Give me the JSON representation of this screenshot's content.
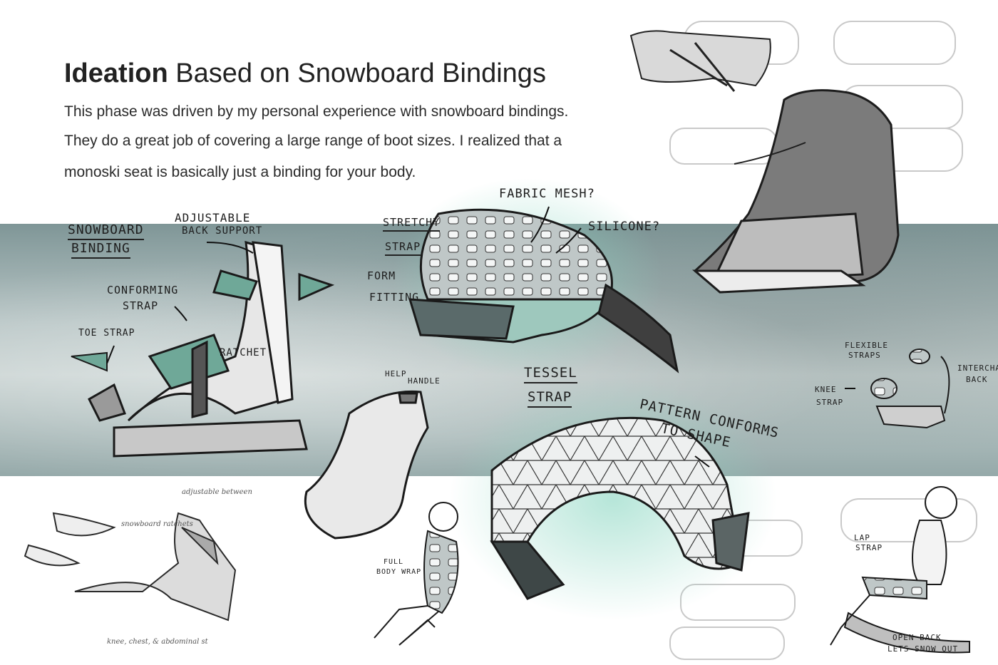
{
  "heading": {
    "bold": "Ideation",
    "rest": " Based on Snowboard Bindings"
  },
  "intro": [
    "This phase was driven by my personal experience with snowboard bindings.",
    "They do a great job of covering a large range of boot sizes. I realized that a",
    "monoski seat is basically just a binding for your body."
  ],
  "labels": {
    "snowboard": "Snowboard",
    "binding": "Binding",
    "adjustable": "Adjustable",
    "back_support": "Back support",
    "conforming": "Conforming",
    "strap": "Strap",
    "toe_strap": "Toe strap",
    "ratchet": "Ratchet",
    "stretchy": "Stretchy",
    "strap2": "Strap",
    "form": "Form",
    "fitting": "Fitting",
    "fabric_mesh": "Fabric mesh?",
    "silicone": "Silicone?",
    "help": "Help",
    "handle": "Handle",
    "tessel": "Tessel",
    "tessel_strap": "Strap",
    "pattern_conforms": "Pattern conforms",
    "to_shape": "to shape",
    "full": "Full",
    "body_wrap": "Body wrap",
    "flexible": "Flexible",
    "straps": "Straps",
    "knee": "Knee",
    "knee_strap": "Strap",
    "interchangeable": "Intercha",
    "back": "Back",
    "lap": "Lap",
    "lap_strap": "Strap",
    "open_back": "Open back",
    "lets_snow_out": "Lets snow out",
    "adjustable_between": "adjustable between",
    "snowboard_ratchets": "snowboard ratchets",
    "knee_chest_abdominal": "knee, chest, & abdominal st"
  },
  "colors": {
    "accent": "#6fa898",
    "band": "#a3b5b5",
    "ink": "#1e1e1e"
  }
}
